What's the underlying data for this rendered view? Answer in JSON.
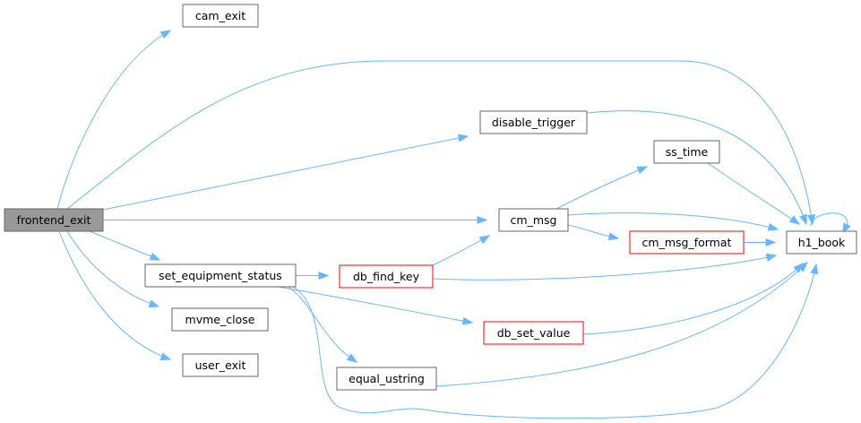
{
  "diagram": {
    "type": "call-graph",
    "nodes": [
      {
        "id": "frontend_exit",
        "label": "frontend_exit",
        "style": "root"
      },
      {
        "id": "cam_exit",
        "label": "cam_exit",
        "style": "normal"
      },
      {
        "id": "disable_trigger",
        "label": "disable_trigger",
        "style": "normal"
      },
      {
        "id": "ss_time",
        "label": "ss_time",
        "style": "normal"
      },
      {
        "id": "cm_msg",
        "label": "cm_msg",
        "style": "normal"
      },
      {
        "id": "cm_msg_format",
        "label": "cm_msg_format",
        "style": "incomplete"
      },
      {
        "id": "h1_book",
        "label": "h1_book",
        "style": "normal"
      },
      {
        "id": "set_equipment_status",
        "label": "set_equipment_status",
        "style": "normal"
      },
      {
        "id": "db_find_key",
        "label": "db_find_key",
        "style": "incomplete"
      },
      {
        "id": "mvme_close",
        "label": "mvme_close",
        "style": "normal"
      },
      {
        "id": "db_set_value",
        "label": "db_set_value",
        "style": "incomplete"
      },
      {
        "id": "user_exit",
        "label": "user_exit",
        "style": "normal"
      },
      {
        "id": "equal_ustring",
        "label": "equal_ustring",
        "style": "normal"
      }
    ],
    "edges": [
      {
        "from": "frontend_exit",
        "to": "cam_exit"
      },
      {
        "from": "frontend_exit",
        "to": "h1_book"
      },
      {
        "from": "frontend_exit",
        "to": "disable_trigger"
      },
      {
        "from": "frontend_exit",
        "to": "cm_msg"
      },
      {
        "from": "frontend_exit",
        "to": "set_equipment_status"
      },
      {
        "from": "frontend_exit",
        "to": "mvme_close"
      },
      {
        "from": "frontend_exit",
        "to": "user_exit"
      },
      {
        "from": "disable_trigger",
        "to": "h1_book"
      },
      {
        "from": "ss_time",
        "to": "h1_book"
      },
      {
        "from": "cm_msg",
        "to": "ss_time"
      },
      {
        "from": "cm_msg",
        "to": "h1_book"
      },
      {
        "from": "cm_msg",
        "to": "cm_msg_format"
      },
      {
        "from": "cm_msg_format",
        "to": "h1_book"
      },
      {
        "from": "h1_book",
        "to": "h1_book"
      },
      {
        "from": "set_equipment_status",
        "to": "db_find_key"
      },
      {
        "from": "set_equipment_status",
        "to": "db_set_value"
      },
      {
        "from": "set_equipment_status",
        "to": "equal_ustring"
      },
      {
        "from": "set_equipment_status",
        "to": "h1_book"
      },
      {
        "from": "db_find_key",
        "to": "cm_msg"
      },
      {
        "from": "db_find_key",
        "to": "h1_book"
      },
      {
        "from": "db_set_value",
        "to": "h1_book"
      },
      {
        "from": "equal_ustring",
        "to": "h1_book"
      }
    ]
  },
  "colors": {
    "edge": "#63b8ff",
    "root_fill": "#999999",
    "node_border": "#666666",
    "incomplete_border": "#ff0000",
    "background": "#ffffff"
  }
}
